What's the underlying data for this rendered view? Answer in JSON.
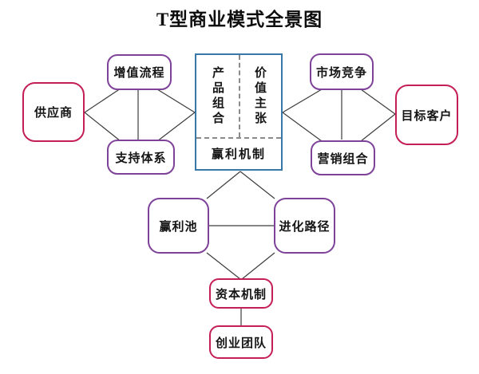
{
  "title": "T型商业模式全景图",
  "colors": {
    "red_border": "#c41e55",
    "purple_border": "#7e4299",
    "blue_border": "#3878a8",
    "connector_line": "#3d3d3d",
    "dashed_divider": "#8a8a8a",
    "background": "#ffffff",
    "text": "#141414"
  },
  "nodes": {
    "supplier": "供应商",
    "value_add_process": "增值流程",
    "support_system": "支持体系",
    "product_portfolio": "产品组合",
    "value_proposition": "价值主张",
    "profit_mechanism": "赢利机制",
    "market_competition": "市场竞争",
    "marketing_mix": "营销组合",
    "target_customer": "目标客户",
    "profit_pool": "赢利池",
    "evolution_path": "进化路径",
    "capital_mechanism": "资本机制",
    "founding_team": "创业团队"
  }
}
